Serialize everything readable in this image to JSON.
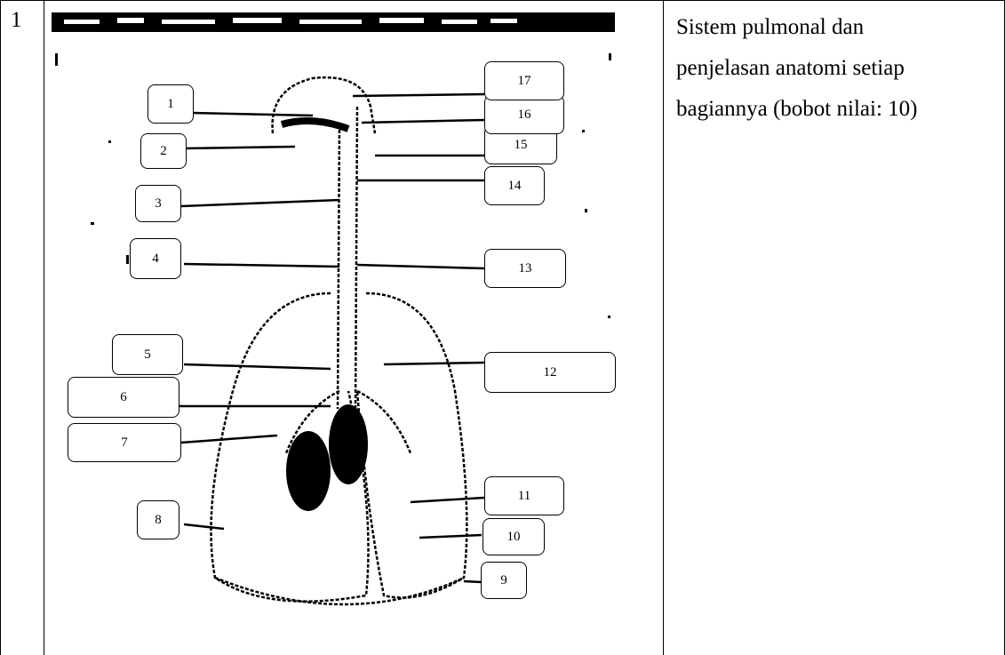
{
  "table": {
    "row_number": "1",
    "description_lines": [
      "Sistem pulmonal dan",
      "penjelasan anatomi setiap",
      "bagiannya (bobot nilai: 10)"
    ]
  },
  "figure": {
    "labels": [
      "1",
      "2",
      "3",
      "4",
      "5",
      "6",
      "7",
      "8",
      "9",
      "10",
      "11",
      "12",
      "13",
      "14",
      "15",
      "16",
      "17"
    ]
  },
  "colors": {
    "ink": "#000000",
    "background": "#ffffff"
  }
}
